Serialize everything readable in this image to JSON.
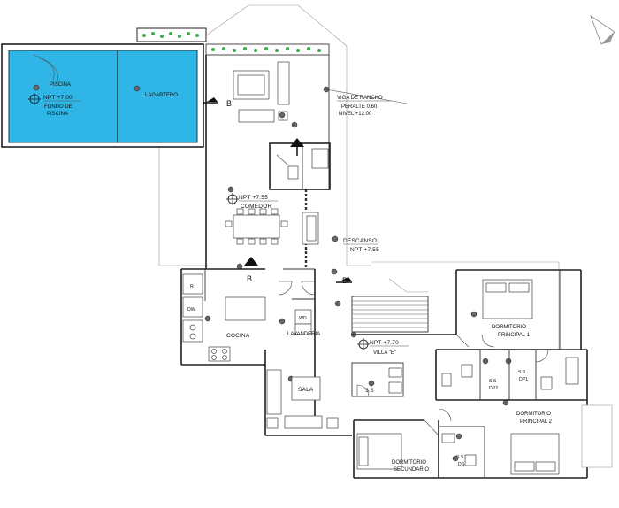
{
  "rooms": {
    "piscina": "PISCINA",
    "lagartero": "LAGARTERO",
    "comedor": "COMEDOR",
    "cocina": "COCINA",
    "lavanderia": "LAVANDERIA",
    "sala": "SALA",
    "dormitorio_principal_1": [
      "DORMITORIO",
      "PRINCIPAL 1"
    ],
    "dormitorio_principal_2": [
      "DORMITORIO",
      "PRINCIPAL 2"
    ],
    "dormitorio_secundario": [
      "DORMITORIO",
      "SECUNDARIO"
    ],
    "ss": "S.S",
    "ss_dp1": [
      "S.S",
      "DP1"
    ],
    "ss_dp2": [
      "S.S",
      "DP2"
    ],
    "ss_ds": [
      "S.S",
      "DS"
    ]
  },
  "levels": {
    "pool_npt": "NPT +7.00",
    "pool_fondo": [
      "FONDO DE",
      "PISCINA"
    ],
    "comedor_npt": "NPT +7.55",
    "descanso": "DESCANSO",
    "descanso_npt": "NPT +7.55",
    "villa_npt": "NPT +7.70",
    "villa": "VILLA \"E\""
  },
  "beam_note": [
    "VIGA DE RANCHO",
    "PERALTE 0.60",
    "NIVEL +12.00"
  ],
  "fixtures": {
    "refrigerator": "R",
    "dishwasher": "DW",
    "washer_dryer": "WD"
  },
  "section_marks": [
    "B",
    "B",
    "B",
    "B"
  ],
  "colors": {
    "pool_water": "#2fb6e6",
    "planter_green": "#3fae49",
    "wall": "#222222",
    "marker": "#666666"
  },
  "icons": [
    "north-arrow-icon",
    "level-target-icon",
    "section-arrow-icon",
    "tag-marker-icon"
  ]
}
